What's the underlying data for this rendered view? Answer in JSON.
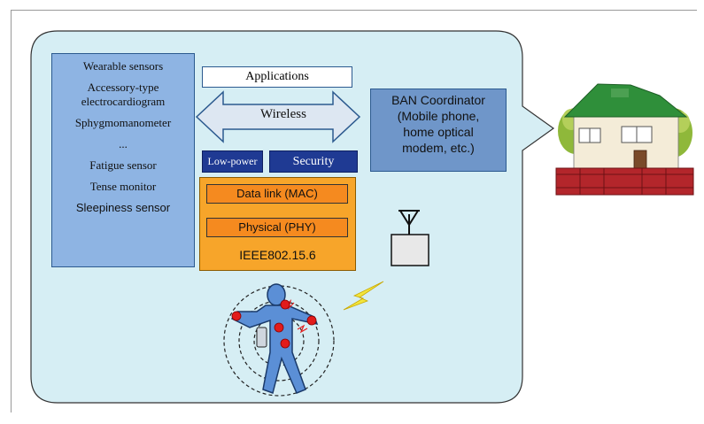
{
  "sensors": {
    "items": [
      "Wearable sensors",
      "Accessory-type electrocardiogram",
      "Sphygmomanometer",
      "...",
      "Fatigue sensor",
      "Tense monitor",
      "Sleepiness sensor"
    ]
  },
  "stack": {
    "applications": "Applications",
    "wireless": "Wireless",
    "low_power": "Low-power",
    "security": "Security",
    "data_link": "Data link (MAC)",
    "physical": "Physical (PHY)",
    "standard": "IEEE802.15.6"
  },
  "coordinator": {
    "line1": "BAN Coordinator",
    "line2": "(Mobile phone,",
    "line3": "home optical",
    "line4": "modem, etc.)"
  },
  "colors": {
    "bubble_fill": "#d6eef4",
    "sensor_box": "#8eb4e3",
    "coordinator_box": "#6f96c9",
    "navy_box": "#1f3a93",
    "stack_orange": "#f7a52a",
    "layer_orange": "#f58a1f",
    "body_blue": "#5b8fd6",
    "sensor_red": "#e21b1b",
    "lightning": "#f2e53c",
    "roof_green": "#2f8f3a",
    "fence_red": "#b3262b"
  },
  "icons": [
    "antenna-icon",
    "lightning-icon",
    "house-icon",
    "human-body-icon"
  ]
}
